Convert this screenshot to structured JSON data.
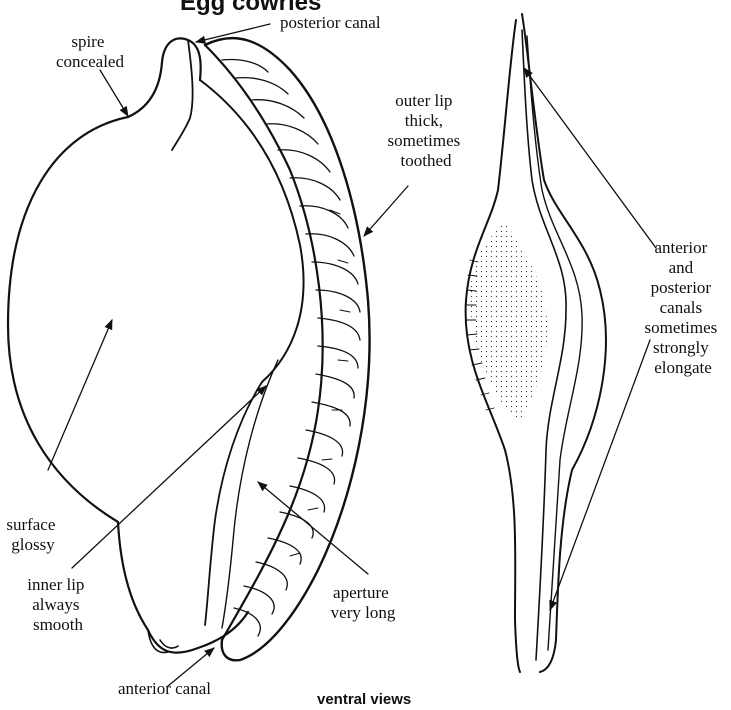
{
  "title": "Egg cowries",
  "footer": "ventral views",
  "labels": {
    "spire": [
      "spire",
      "concealed"
    ],
    "posterior_canal": "posterior canal",
    "outer_lip": [
      "outer lip",
      "thick,",
      "sometimes",
      "toothed"
    ],
    "surface": [
      "surface",
      "glossy"
    ],
    "inner_lip": [
      "inner lip",
      "always",
      "smooth"
    ],
    "aperture": [
      "aperture",
      "very long"
    ],
    "anterior_canal": "anterior canal",
    "canals": [
      "anterior",
      "and",
      "posterior",
      "canals",
      "sometimes",
      "strongly",
      "elongate"
    ]
  }
}
